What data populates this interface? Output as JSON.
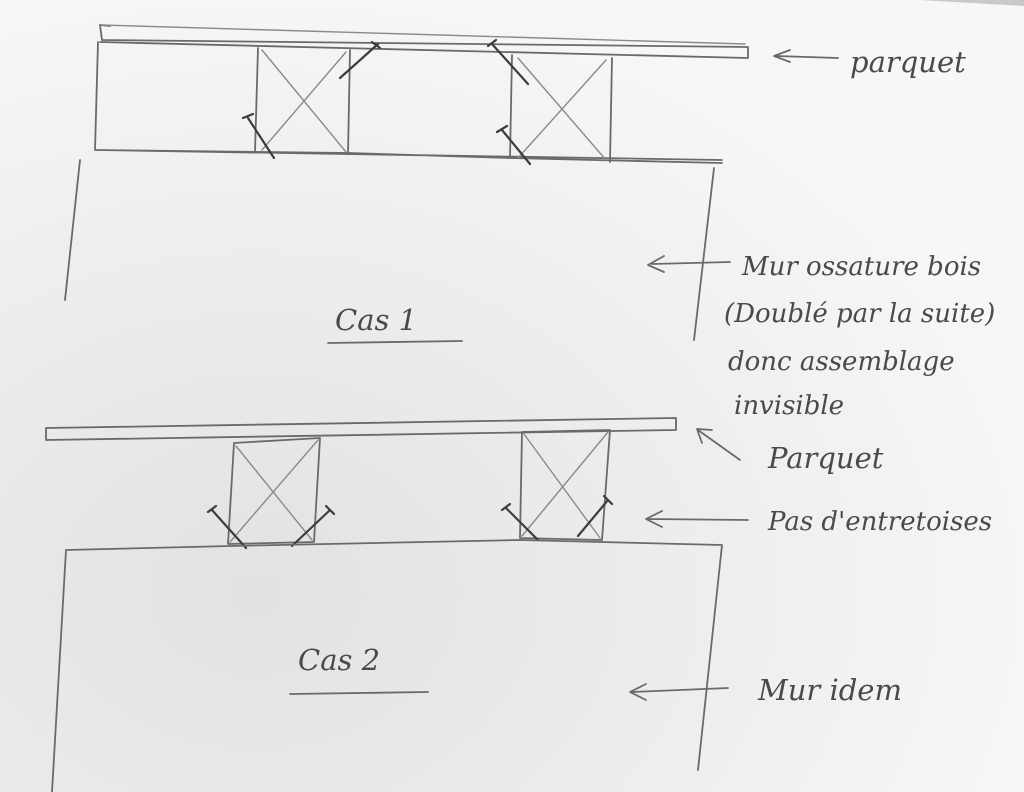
{
  "case1": {
    "title": "Cas 1",
    "label_floor": "parquet",
    "label_wall": [
      "Mur ossature bois",
      "(Doublé par la suite)",
      "donc assemblage",
      "invisible"
    ]
  },
  "case2": {
    "title": "Cas 2",
    "label_floor": "Parquet",
    "label_bracing": "Pas d'entretoises",
    "label_wall": "Mur idem"
  },
  "colors": {
    "paper": "#f4f4f4",
    "pencil": "#6a6a6a"
  }
}
